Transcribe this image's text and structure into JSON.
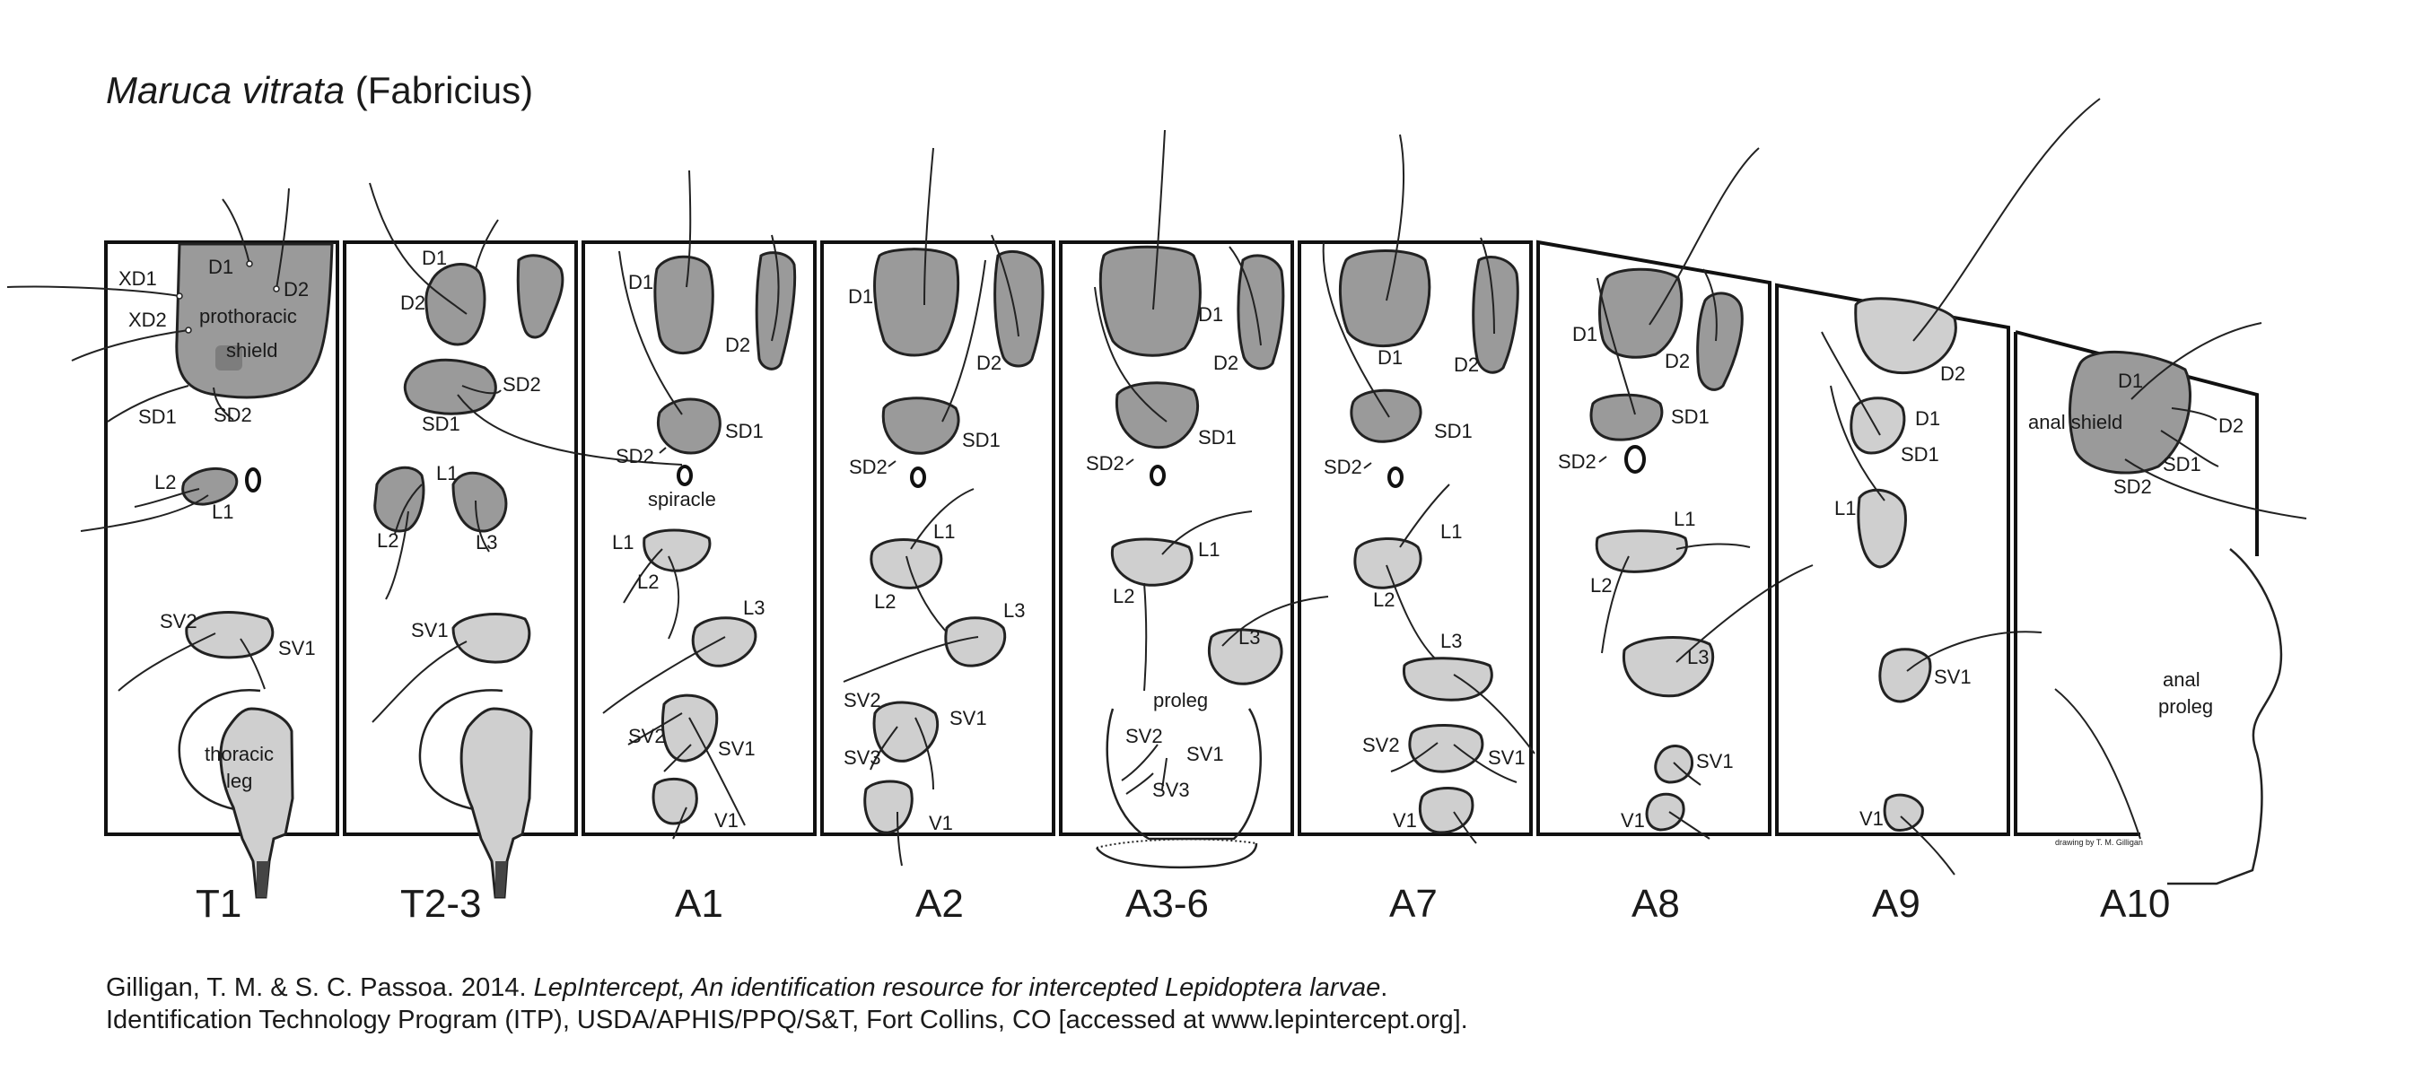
{
  "title": {
    "genus_species": "Maruca vitrata",
    "author": " (Fabricius)"
  },
  "segments": [
    "T1",
    "T2-3",
    "A1",
    "A2",
    "A3-6",
    "A7",
    "A8",
    "A9",
    "A10"
  ],
  "labels": {
    "t1": {
      "xd1": "XD1",
      "xd2": "XD2",
      "d1": "D1",
      "d2": "D2",
      "shield1": "prothoracic",
      "shield2": "shield",
      "sd1": "SD1",
      "sd2": "SD2",
      "l2": "L2",
      "l1": "L1",
      "sv2": "SV2",
      "sv1": "SV1",
      "leg1": "thoracic",
      "leg2": "leg"
    },
    "t23": {
      "d1": "D1",
      "d2": "D2",
      "sd2": "SD2",
      "sd1": "SD1",
      "l1": "L1",
      "l2": "L2",
      "l3": "L3",
      "sv1": "SV1"
    },
    "a1": {
      "d1": "D1",
      "d2": "D2",
      "sd1": "SD1",
      "sd2": "SD2",
      "spiracle": "spiracle",
      "l1": "L1",
      "l2": "L2",
      "l3": "L3",
      "sv2": "SV2",
      "sv1": "SV1",
      "v1": "V1"
    },
    "a2": {
      "d1": "D1",
      "d2": "D2",
      "sd1": "SD1",
      "sd2": "SD2",
      "l1": "L1",
      "l2": "L2",
      "l3": "L3",
      "sv2": "SV2",
      "sv3": "SV3",
      "sv1": "SV1",
      "v1": "V1"
    },
    "a36": {
      "d1": "D1",
      "d2": "D2",
      "sd1": "SD1",
      "sd2": "SD2",
      "l1": "L1",
      "l2": "L2",
      "l3": "L3",
      "proleg": "proleg",
      "sv2": "SV2",
      "sv1": "SV1",
      "sv3": "SV3"
    },
    "a7": {
      "d1": "D1",
      "d2": "D2",
      "sd1": "SD1",
      "sd2": "SD2",
      "l1": "L1",
      "l2": "L2",
      "l3": "L3",
      "sv2": "SV2",
      "sv1": "SV1",
      "v1": "V1"
    },
    "a8": {
      "d1": "D1",
      "d2": "D2",
      "sd1": "SD1",
      "sd2": "SD2",
      "l1": "L1",
      "l2": "L2",
      "l3": "L3",
      "sv1": "SV1",
      "v1": "V1"
    },
    "a9": {
      "d2": "D2",
      "d1": "D1",
      "sd1": "SD1",
      "l1": "L1",
      "sv1": "SV1",
      "v1": "V1"
    },
    "a10": {
      "d1": "D1",
      "d2": "D2",
      "shield": "anal shield",
      "sd1": "SD1",
      "sd2": "SD2",
      "proleg1": "anal",
      "proleg2": "proleg"
    }
  },
  "credit": "drawing by T. M. Gilligan",
  "citation": {
    "line1_a": "Gilligan, T. M. & S. C. Passoa. 2014. ",
    "line1_b": "LepIntercept, An identification resource for intercepted Lepidoptera larvae",
    "line1_c": ".",
    "line2": "Identification Technology Program (ITP), USDA/APHIS/PPQ/S&T, Fort Collins, CO [accessed at www.lepintercept.org]."
  },
  "colors": {
    "pinaculum": "#9a9a9a",
    "pinaculum_light": "#cfcfcf",
    "outline": "#111111"
  }
}
